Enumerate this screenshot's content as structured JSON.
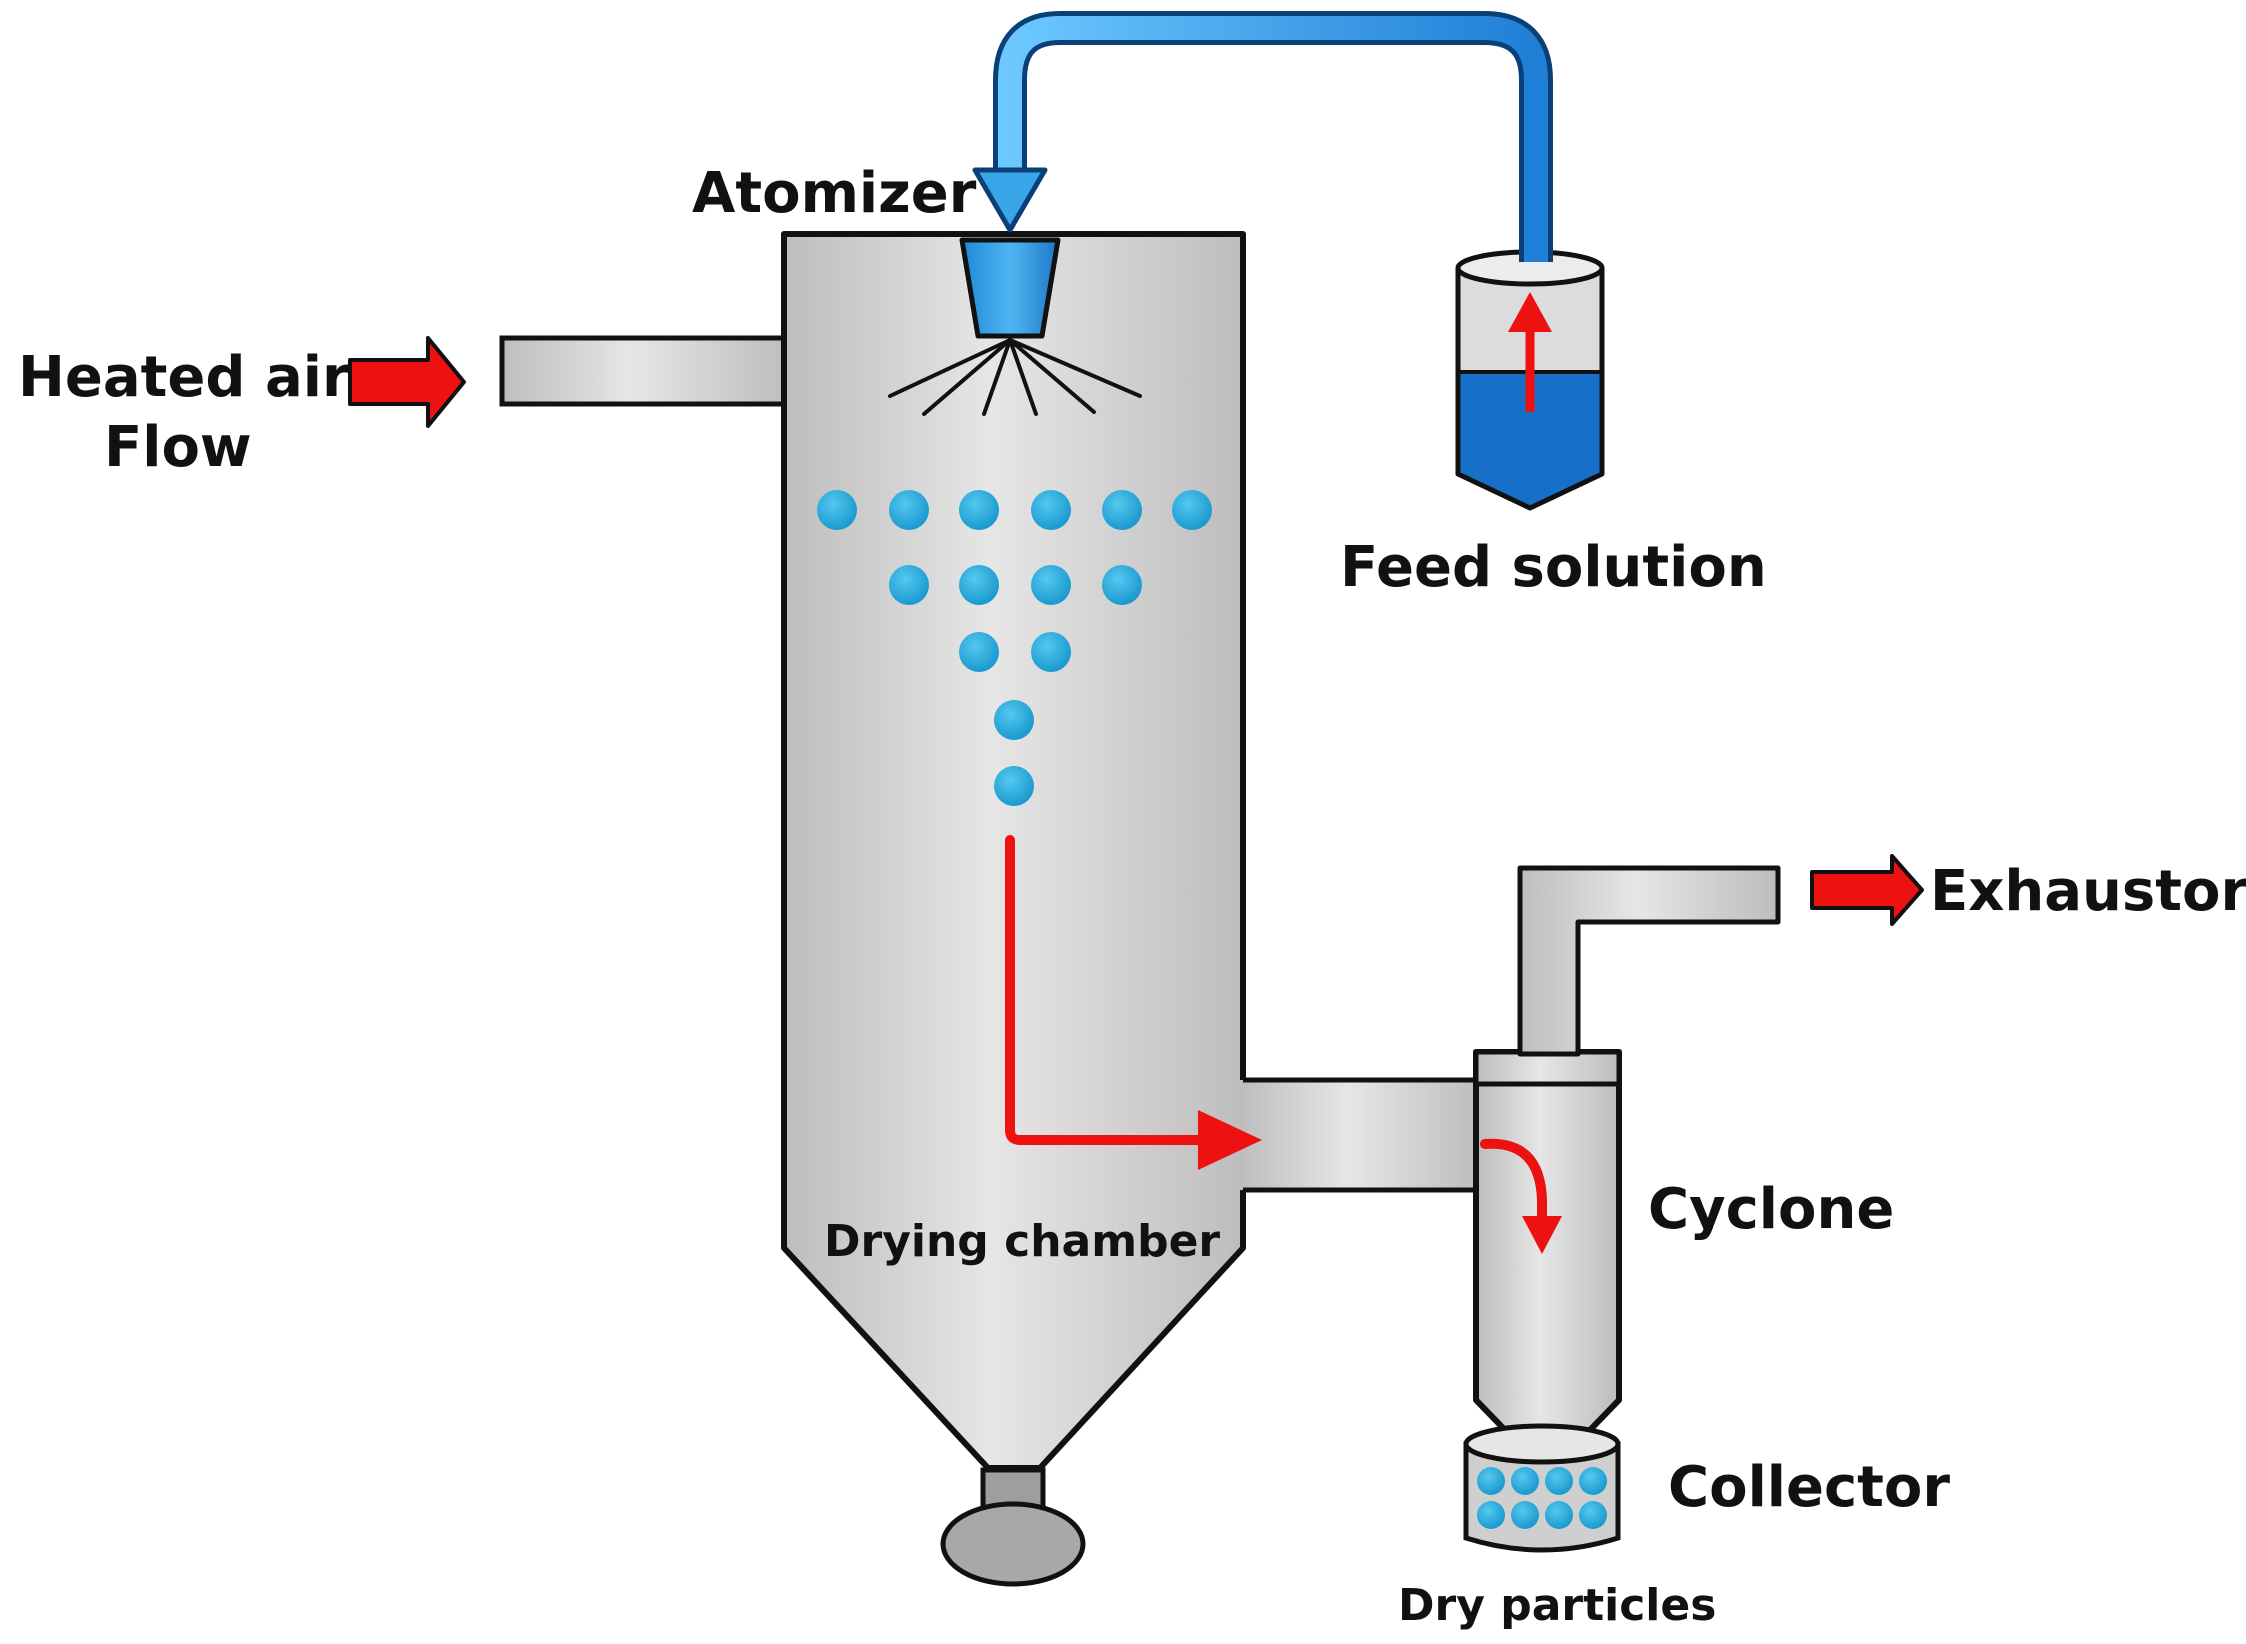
{
  "labels": {
    "atomizer": "Atomizer",
    "heated_air_line1": "Heated air",
    "heated_air_line2": "Flow",
    "feed_solution": "Feed solution",
    "exhaustor": "Exhaustor",
    "cyclone": "Cyclone",
    "drying_chamber": "Drying chamber",
    "collector": "Collector",
    "dry_particles": "Dry particles"
  },
  "colors": {
    "vessel_fill": "#d9d9d9",
    "outline": "#111111",
    "droplet": "#1ea7dc",
    "feed_pipe": "#2b8fe0",
    "liquid": "#1670c9",
    "flow_arrow": "#ee1111"
  },
  "droplet_rows": [
    6,
    4,
    2,
    1,
    1
  ]
}
